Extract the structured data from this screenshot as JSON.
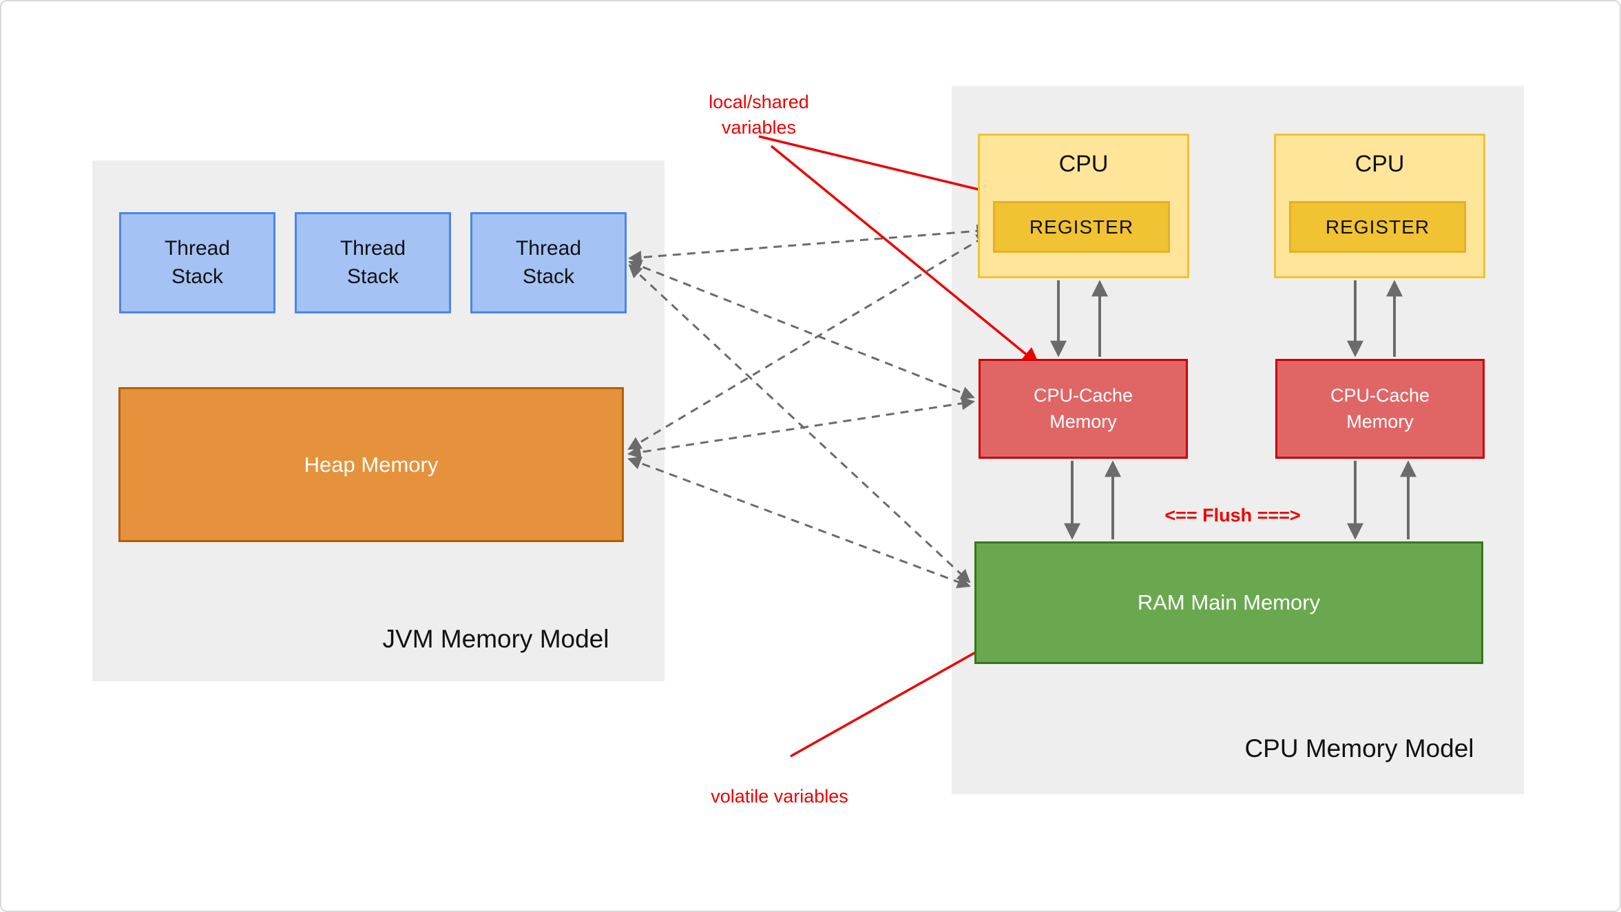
{
  "jvm_panel": {
    "title": "JVM Memory Model",
    "thread_stacks": [
      {
        "label": "Thread\nStack"
      },
      {
        "label": "Thread\nStack"
      },
      {
        "label": "Thread\nStack"
      }
    ],
    "heap": {
      "label": "Heap Memory"
    }
  },
  "cpu_panel": {
    "title": "CPU Memory Model",
    "cpus": [
      {
        "label": "CPU",
        "register_label": "REGISTER"
      },
      {
        "label": "CPU",
        "register_label": "REGISTER"
      }
    ],
    "caches": [
      {
        "label": "CPU-Cache\nMemory"
      },
      {
        "label": "CPU-Cache\nMemory"
      }
    ],
    "ram": {
      "label": "RAM Main Memory"
    },
    "flush_label": "<== Flush ===>"
  },
  "annotations": {
    "local_shared": "local/shared\nvariables",
    "volatile": "volatile variables"
  },
  "colors": {
    "panel_bg": "#eeeeee",
    "thread_stack_fill": "#a4c2f4",
    "thread_stack_border": "#4a86e8",
    "heap_fill": "#e6913c",
    "heap_border": "#b45f06",
    "cpu_fill": "#ffe599",
    "cpu_border": "#f1c232",
    "register_fill": "#f1c232",
    "cache_fill": "#e06666",
    "cache_border": "#cc0000",
    "ram_fill": "#6aa84f",
    "ram_border": "#38761d",
    "arrow_gray": "#6b6b6b",
    "annotation_red": "#ee0000"
  }
}
